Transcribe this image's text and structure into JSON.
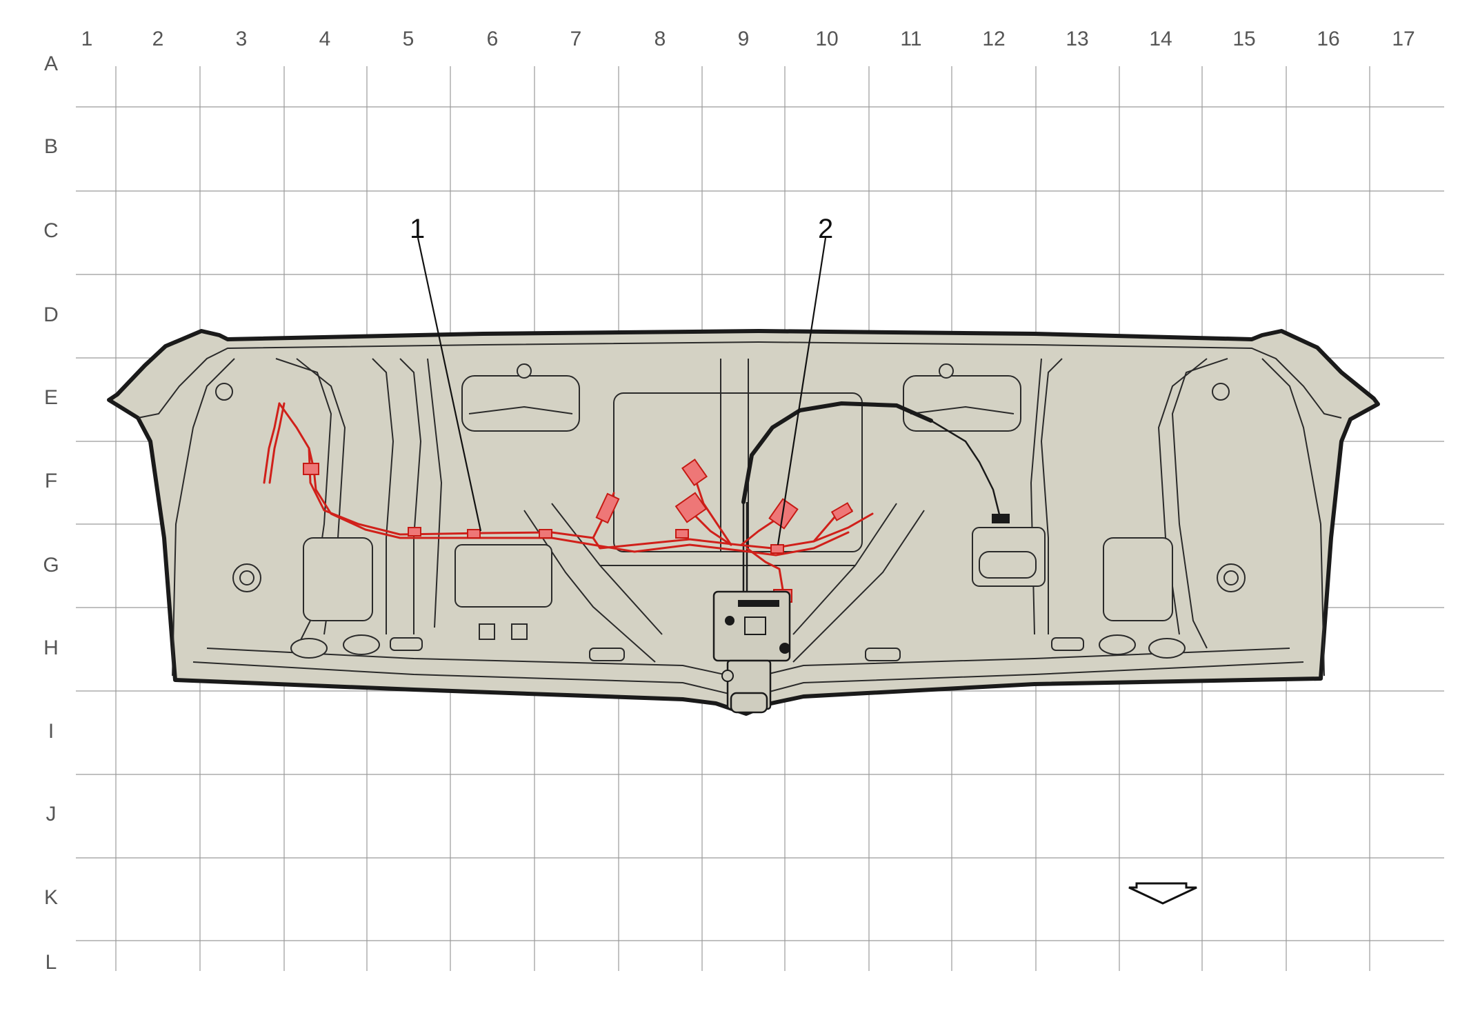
{
  "grid": {
    "columns": [
      "1",
      "2",
      "3",
      "4",
      "5",
      "6",
      "7",
      "8",
      "9",
      "10",
      "11",
      "12",
      "13",
      "14",
      "15",
      "16",
      "17"
    ],
    "rows": [
      "A",
      "B",
      "C",
      "D",
      "E",
      "F",
      "G",
      "H",
      "I",
      "J",
      "K",
      "L"
    ]
  },
  "callouts": [
    {
      "label": "1"
    },
    {
      "label": "2"
    }
  ],
  "colors": {
    "harness": "#d0201a",
    "panel": "#d4d2c4",
    "outline": "#1a1a1a",
    "grid": "#9a9a9a"
  },
  "icons": {
    "view_direction": "view-direction-arrow-icon"
  }
}
